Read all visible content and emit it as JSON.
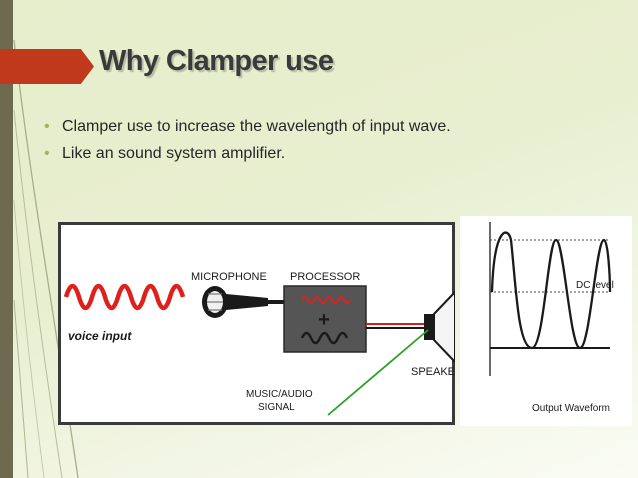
{
  "slide": {
    "title": "Why Clamper use",
    "bullets": [
      "Clamper use to increase the wavelength of input wave.",
      "Like an sound system amplifier."
    ],
    "bullet_marker": "•",
    "colors": {
      "background": "#e6edcb",
      "title_arrow": "#c0391d",
      "bullet_marker": "#a4b35c",
      "left_bar": "#6d6a50"
    }
  },
  "audio_diagram": {
    "microphone_label": "MICROPHONE",
    "processor_label": "PROCESSOR",
    "processor_symbol": "+",
    "voice_input_label": "voice input",
    "speaker_label": "SPEAKER",
    "music_signal_label_line1": "MUSIC/AUDIO",
    "music_signal_label_line2": "SIGNAL",
    "colors": {
      "voice_wave": "#e0201c",
      "processor_box": "#555555",
      "signal_line": "#2aa12a",
      "output_line": "#d02020"
    }
  },
  "waveform": {
    "dc_level_label": "DC level",
    "caption": "Output Waveform"
  }
}
